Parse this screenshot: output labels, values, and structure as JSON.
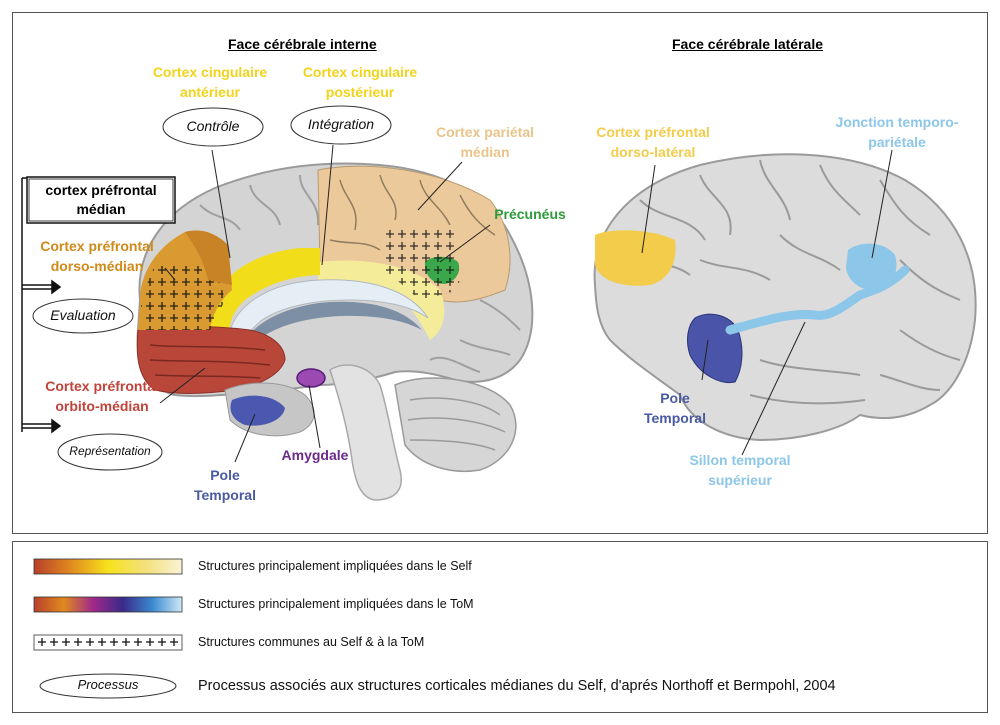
{
  "titles": {
    "internal": "Face cérébrale interne",
    "lateral": "Face cérébrale latérale"
  },
  "box": {
    "line1": "cortex préfrontal",
    "line2": "médian"
  },
  "labels": {
    "cingulate_anterior_1": "Cortex cingulaire",
    "cingulate_anterior_2": "antérieur",
    "cingulate_posterior_1": "Cortex cingulaire",
    "cingulate_posterior_2": "postérieur",
    "parietal_median_1": "Cortex pariétal",
    "parietal_median_2": "médian",
    "precuneus": "Précunéus",
    "dmpfc_1": "Cortex préfrontal",
    "dmpfc_2": "dorso-médian",
    "ompfc_1": "Cortex préfrontal",
    "ompfc_2": "orbito-médian",
    "pole_temporal_left_1": "Pole",
    "pole_temporal_left_2": "Temporal",
    "amygdale": "Amygdale",
    "dlpfc_1": "Cortex préfrontal",
    "dlpfc_2": "dorso-latéral",
    "tpj_1": "Jonction temporo-",
    "tpj_2": "pariétale",
    "pole_temporal_right_1": "Pole",
    "pole_temporal_right_2": "Temporal",
    "sts_1": "Sillon temporal",
    "sts_2": "supérieur"
  },
  "processes": {
    "controle": "Contrôle",
    "integration": "Intégration",
    "evaluation": "Evaluation",
    "representation": "Représentation"
  },
  "legend": {
    "self": "Structures principalement impliquées dans le Self",
    "tom": "Structures principalement impliquées dans le ToM",
    "common": "Structures communes au Self & à la ToM",
    "process_label": "Processus",
    "process_text": "Processus associés aux structures corticales médianes du Self, d'aprés Northoff et Bermpohl, 2004"
  },
  "colors": {
    "yellow_label": "#f2d31b",
    "tan_label": "#e8c48a",
    "green_label": "#2e9a3a",
    "orange_label": "#d08a1a",
    "red_label": "#c0443a",
    "blue_label": "#4a5aa0",
    "purple_label": "#6a2a8a",
    "lightblue_label": "#8cc6e8"
  }
}
